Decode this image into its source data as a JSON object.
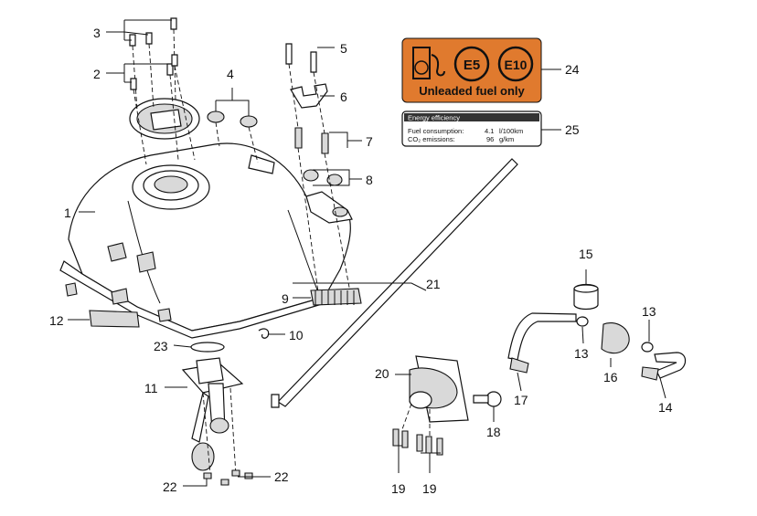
{
  "callouts": {
    "c1": "1",
    "c2": "2",
    "c3": "3",
    "c4": "4",
    "c5": "5",
    "c6": "6",
    "c7": "7",
    "c8": "8",
    "c9": "9",
    "c10": "10",
    "c11": "11",
    "c12": "12",
    "c13a": "13",
    "c13b": "13",
    "c14": "14",
    "c15": "15",
    "c16": "16",
    "c17": "17",
    "c18": "18",
    "c19a": "19",
    "c19b": "19",
    "c20": "20",
    "c21": "21",
    "c22a": "22",
    "c22b": "22",
    "c23": "23",
    "c24": "24",
    "c25": "25"
  },
  "fuel_label": {
    "badge_e5": "E5",
    "badge_e10": "E10",
    "caption": "Unleaded fuel only",
    "color": "#e07a2e"
  },
  "energy_label": {
    "title": "Energy efficiency",
    "row1_label": "Fuel consumption:",
    "row1_value": "4.1",
    "row1_unit": "l/100km",
    "row2_label": "CO₂ emissions:",
    "row2_value": "96",
    "row2_unit": "g/km"
  }
}
